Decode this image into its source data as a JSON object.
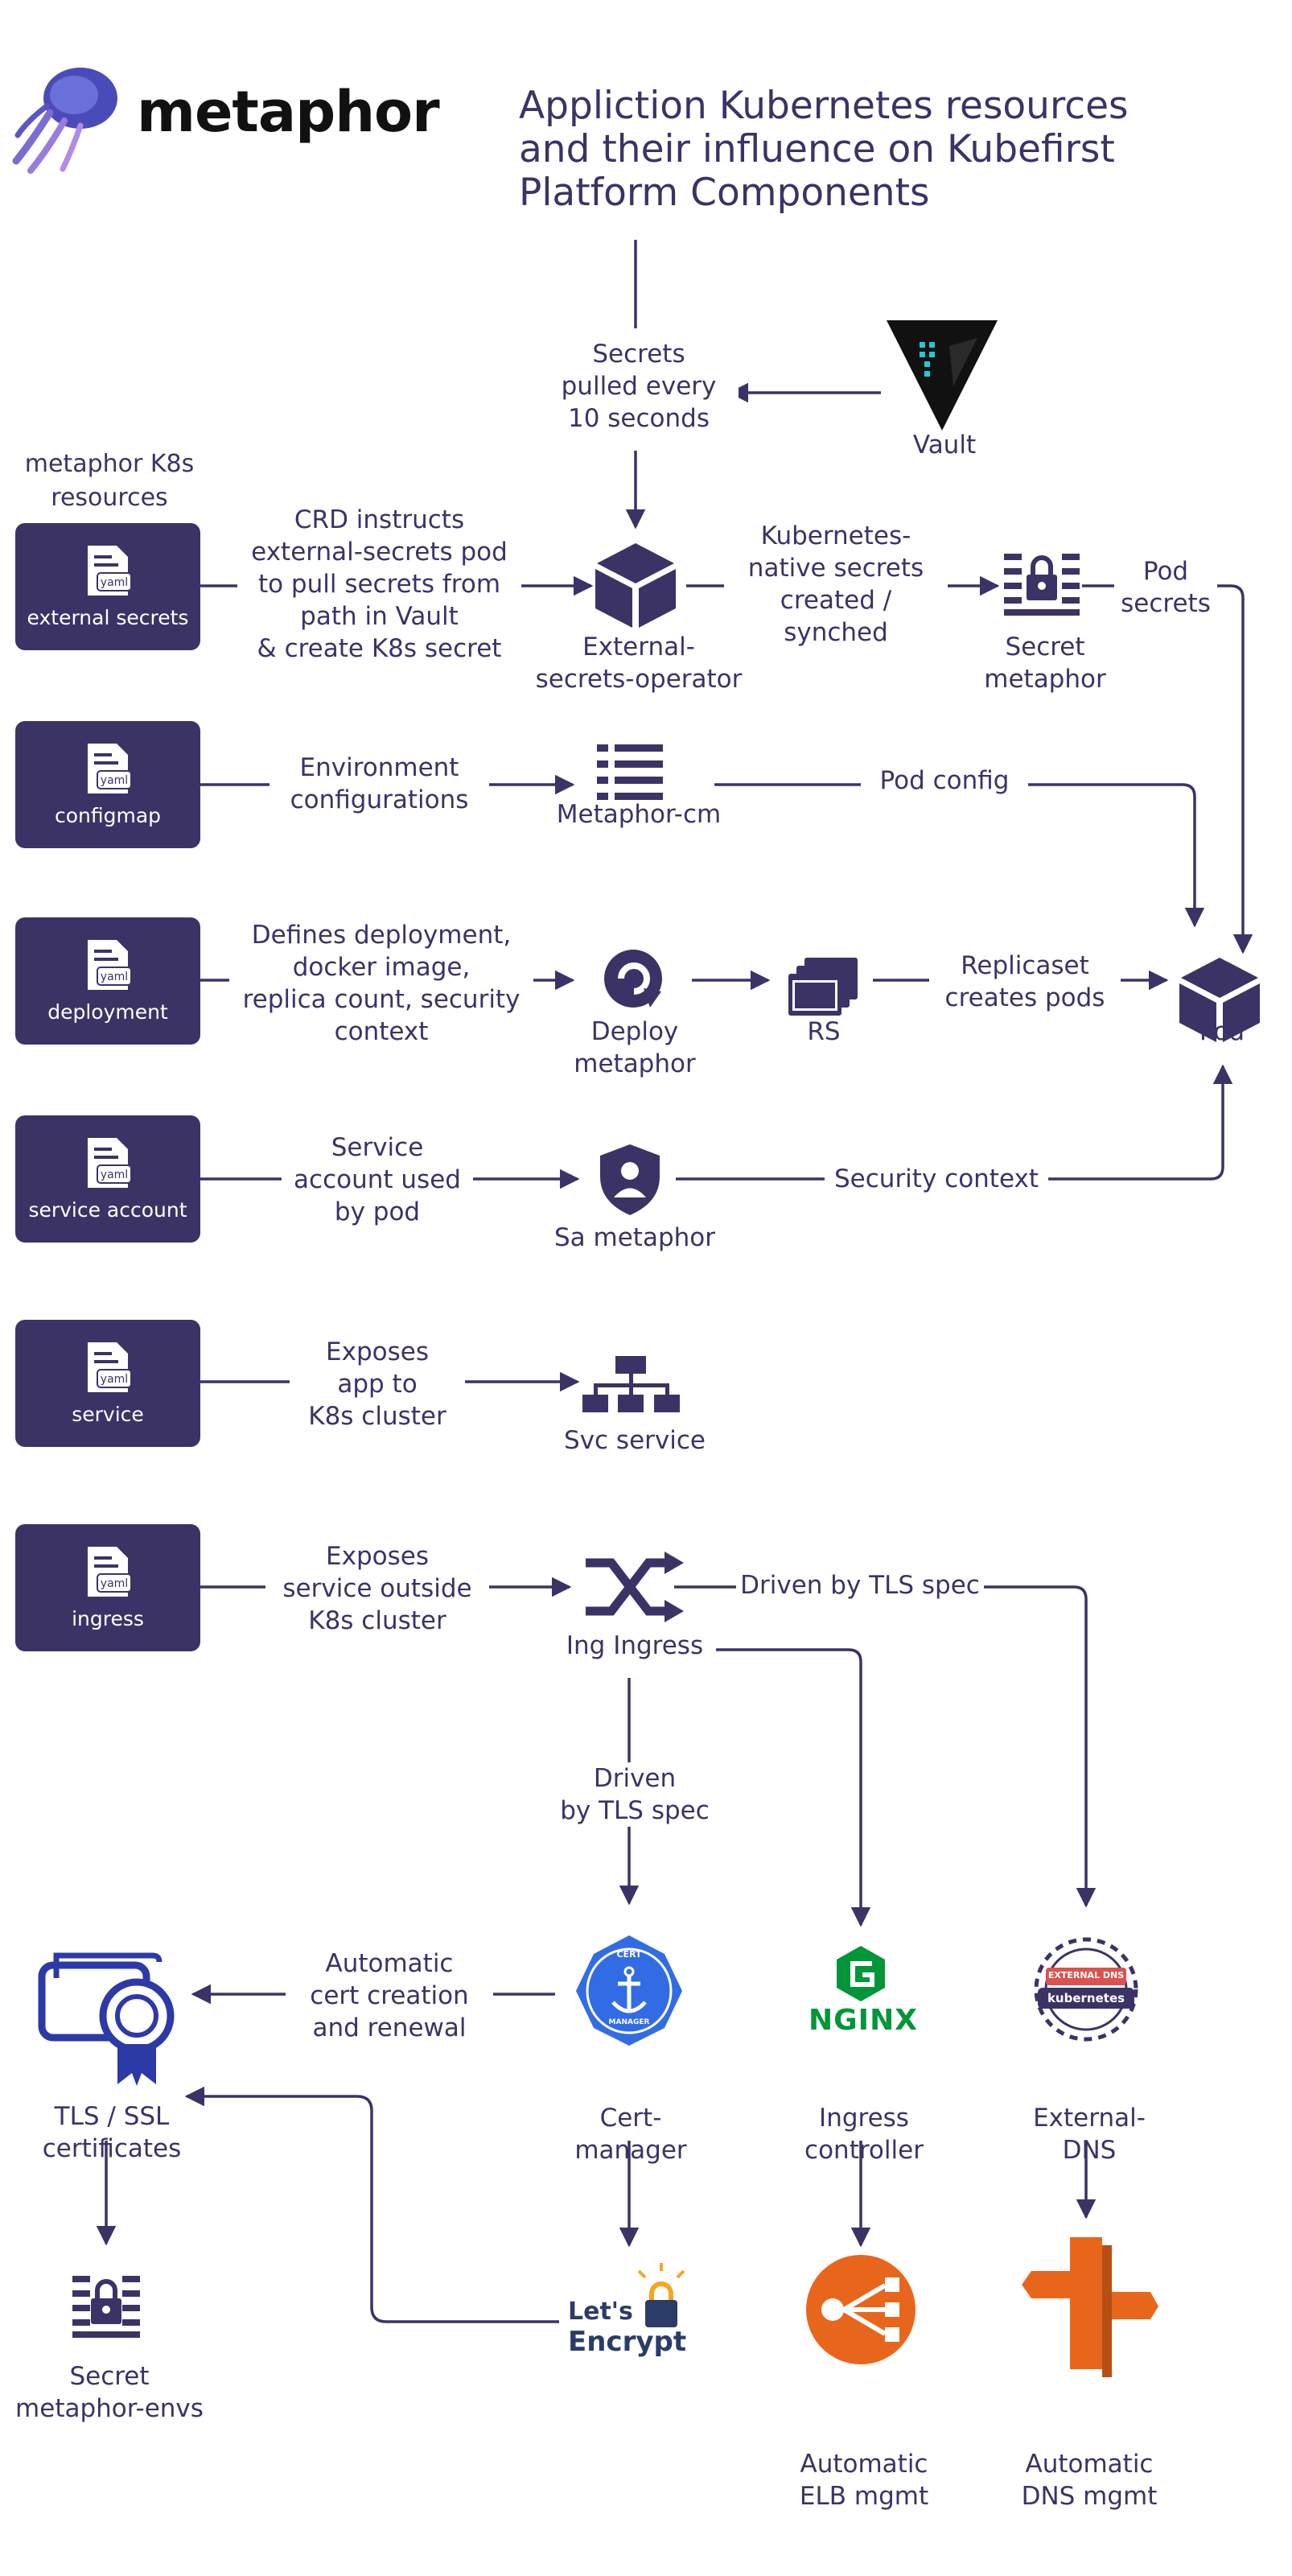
{
  "brand": {
    "name": "metaphor"
  },
  "title": "Appliction Kubernetes resources\nand their influence on Kubefirst\nPlatform Components",
  "resources_heading": "metaphor K8s\nresources",
  "resources": [
    {
      "id": "external-secrets",
      "label": "external secrets",
      "file_tag": "yaml"
    },
    {
      "id": "configmap",
      "label": "configmap",
      "file_tag": "yaml"
    },
    {
      "id": "deployment",
      "label": "deployment",
      "file_tag": "yaml"
    },
    {
      "id": "service-account",
      "label": "service account",
      "file_tag": "yaml"
    },
    {
      "id": "service",
      "label": "service",
      "file_tag": "yaml"
    },
    {
      "id": "ingress",
      "label": "ingress",
      "file_tag": "yaml"
    }
  ],
  "components": {
    "vault": "Vault",
    "external_secrets_operator": "External-\nsecrets-operator",
    "secret_metaphor": "Secret\nmetaphor",
    "metaphor_cm": "Metaphor-cm",
    "deploy_metaphor": "Deploy\nmetaphor",
    "rs": "RS",
    "pod": "Pod",
    "sa_metaphor": "Sa metaphor",
    "svc_service": "Svc service",
    "ing_ingress": "Ing Ingress",
    "tls_certificates": "TLS / SSL\ncertificates",
    "cert_manager": "Cert-\nmanager",
    "ingress_controller": "Ingress\ncontroller",
    "external_dns": "External-\nDNS",
    "secret_metaphor_envs": "Secret\nmetaphor-envs",
    "automatic_elb": "Automatic\nELB mgmt",
    "automatic_dns": "Automatic\nDNS mgmt"
  },
  "edge_labels": {
    "secrets_pulled": "Secrets\npulled every\n10 seconds",
    "crd_instructs": "CRD instructs\nexternal-secrets pod\nto pull secrets from\npath in Vault\n& create K8s secret",
    "k8s_native": "Kubernetes-\nnative secrets\ncreated /\nsynched",
    "pod_secrets": "Pod\nsecrets",
    "env_config": "Environment\nconfigurations",
    "pod_config": "Pod config",
    "defines_deployment": "Defines deployment,\ndocker image,\nreplica count, security\ncontext",
    "replicaset": "Replicaset\ncreates pods",
    "service_account_used": "Service\naccount used\nby pod",
    "security_context": "Security context",
    "exposes_app": "Exposes\napp to\nK8s cluster",
    "exposes_outside": "Exposes\nservice outside\nK8s cluster",
    "driven_tls_right": "Driven by TLS spec",
    "driven_tls_down": "Driven\nby TLS spec",
    "automatic_cert": "Automatic\ncert creation\nand renewal"
  },
  "logos": {
    "cert_manager_top": "CERT",
    "cert_manager_bottom": "MANAGER",
    "nginx": "NGINX",
    "lets": "Let's",
    "encrypt": "Encrypt",
    "external_dns_badge": "EXTERNAL DNS",
    "kubernetes": "kubernetes"
  },
  "colors": {
    "primary": "#3b3366",
    "nginx_green": "#009639",
    "cert_blue": "#326ce5",
    "aws_orange": "#e8661c",
    "le_navy": "#2c3c69",
    "le_yellow": "#f5a623"
  }
}
